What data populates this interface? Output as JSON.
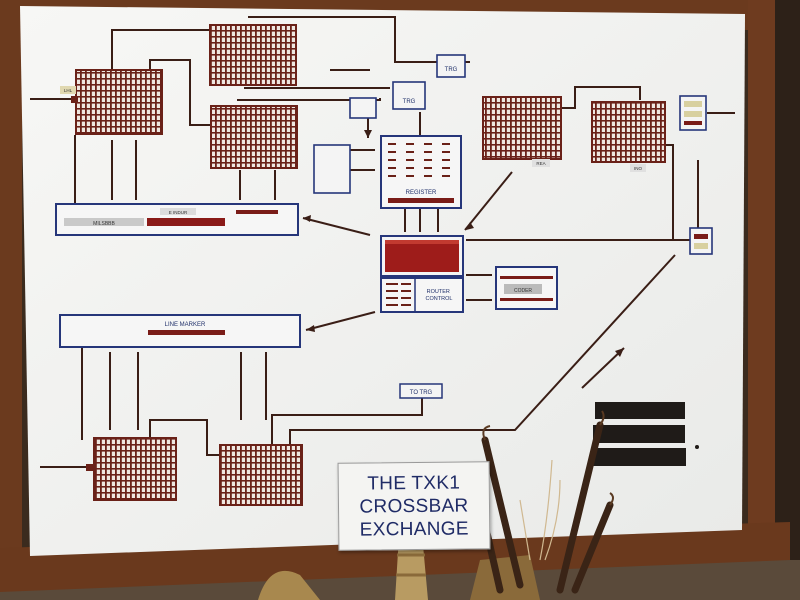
{
  "sign": {
    "line1": "THE TXK1",
    "line2": "CROSSBAR",
    "line3": "EXCHANGE"
  },
  "labels": {
    "trg_top": "TRG",
    "trg_mid": "TRG",
    "register": "REGISTER",
    "router_control": "ROUTER\nCONTROL",
    "line_marker": "LINE MARKER",
    "to_trg": "TO TRG",
    "rea": "REA",
    "ino": "INO",
    "coder": "CODER",
    "milsbbb": "MILSBBB",
    "relay_label": "E INDUR",
    "lhl": "LHL"
  }
}
